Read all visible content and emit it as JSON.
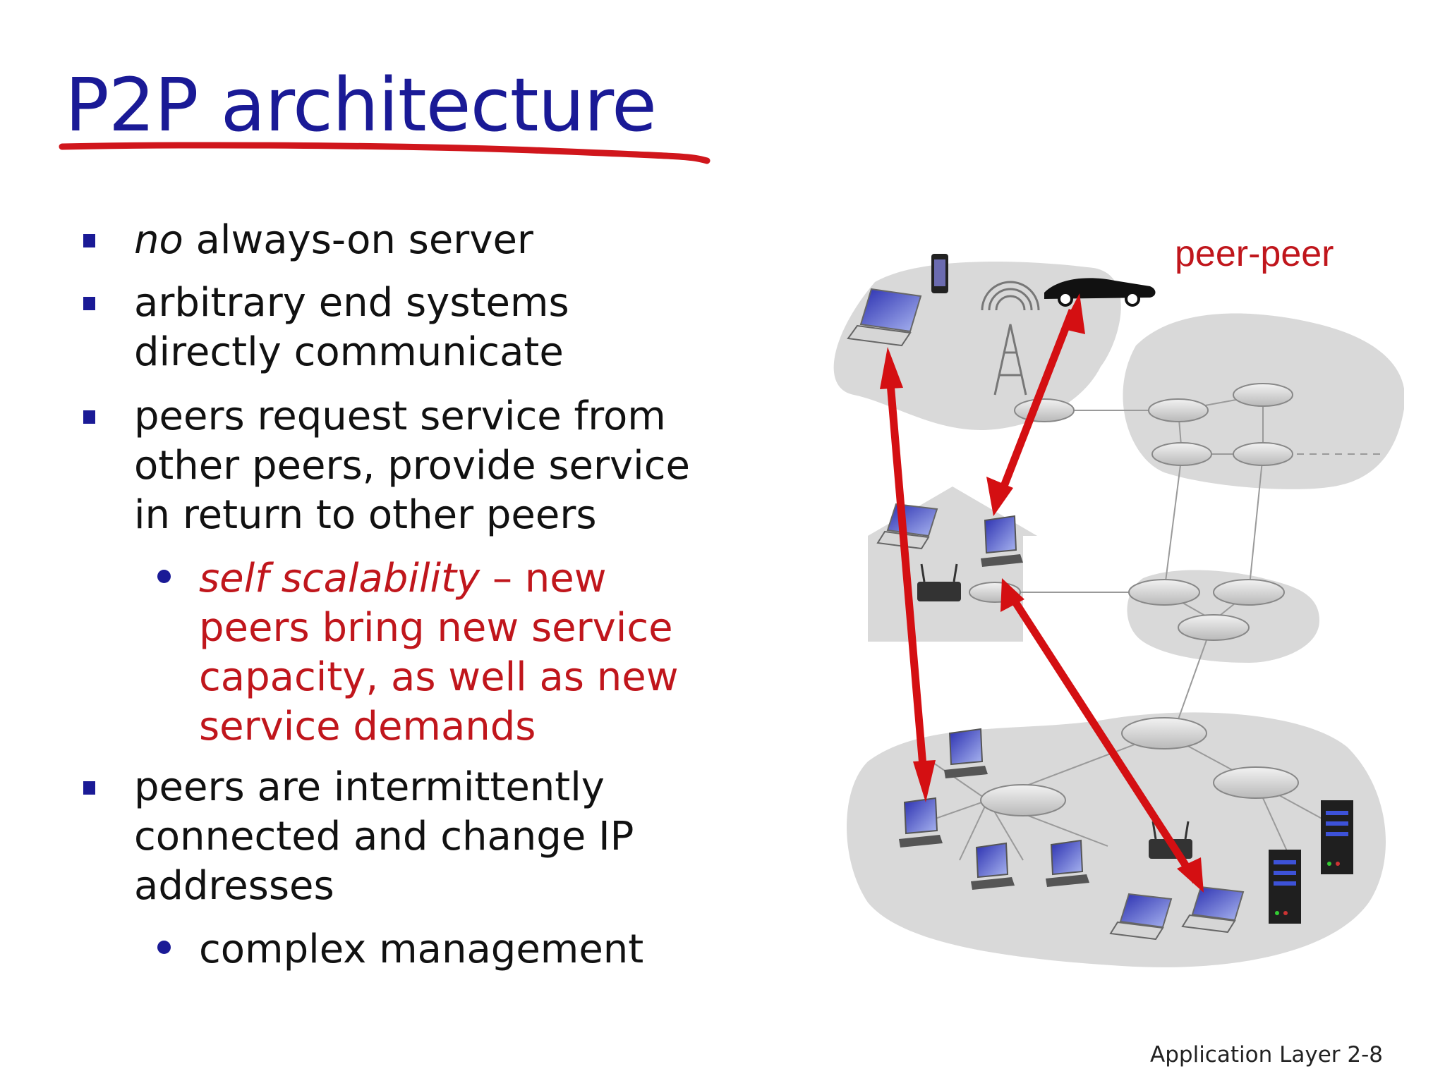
{
  "title": "P2P architecture",
  "bullets": [
    {
      "em": "no",
      "rest": " always-on server"
    },
    {
      "lines": [
        "arbitrary end systems",
        "directly communicate"
      ]
    },
    {
      "lines": [
        "peers request service from",
        "other peers, provide service",
        "in return to other peers"
      ]
    },
    {
      "lines": [
        "peers are intermittently",
        "connected and change IP",
        "addresses"
      ]
    }
  ],
  "subbullets": {
    "scalability": {
      "em": "self scalability",
      "first_rest": " – new",
      "lines": [
        "peers bring new service",
        "capacity, as well as new",
        "service demands"
      ]
    },
    "management": "complex management"
  },
  "diagram": {
    "label": "peer-peer",
    "arrow_color": "#d40f12"
  },
  "footer": "Application Layer 2-8",
  "colors": {
    "title": "#1a1a96",
    "accent_red": "#c0161c",
    "bullet_marker": "#1a1a96"
  }
}
